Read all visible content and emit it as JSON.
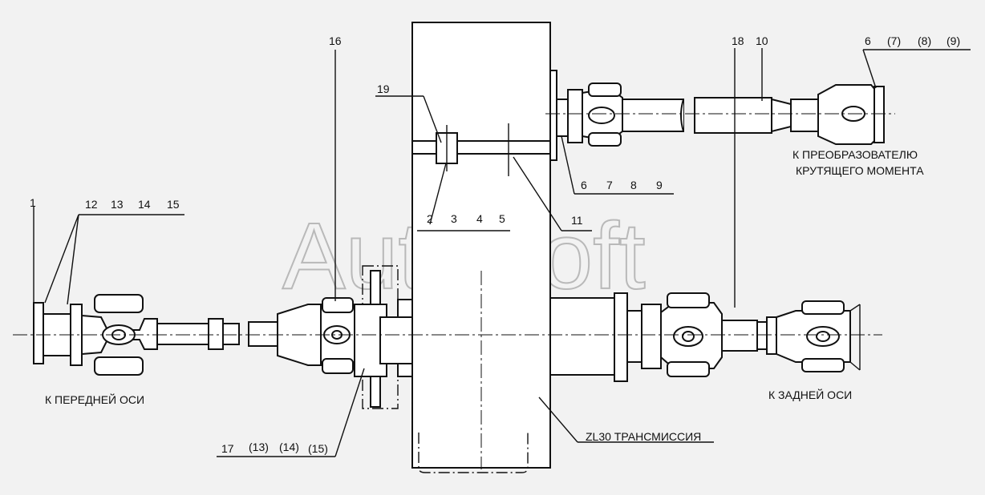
{
  "watermark": "AutoSoft",
  "captions": {
    "front_axle": "К ПЕРЕДНЕЙ ОСИ",
    "rear_axle": "К ЗАДНЕЙ ОСИ",
    "converter_line1": "К ПРЕОБРАЗОВАТЕЛЮ",
    "converter_line2": "КРУТЯЩЕГО МОМЕНТА",
    "transmission": "ZL30 ТРАНСМИССИЯ"
  },
  "callouts": {
    "c1": "1",
    "c12": "12",
    "c13": "13",
    "c14": "14",
    "c15": "15",
    "c16": "16",
    "c17": "17",
    "c13p": "(13)",
    "c14p": "(14)",
    "c15p": "(15)",
    "c19": "19",
    "c2": "2",
    "c3": "3",
    "c4": "4",
    "c5": "5",
    "c11": "11",
    "c6b": "6",
    "c7b": "7",
    "c8b": "8",
    "c9b": "9",
    "c18": "18",
    "c10": "10",
    "c6t": "6",
    "c7p": "(7)",
    "c8p": "(8)",
    "c9p": "(9)"
  }
}
